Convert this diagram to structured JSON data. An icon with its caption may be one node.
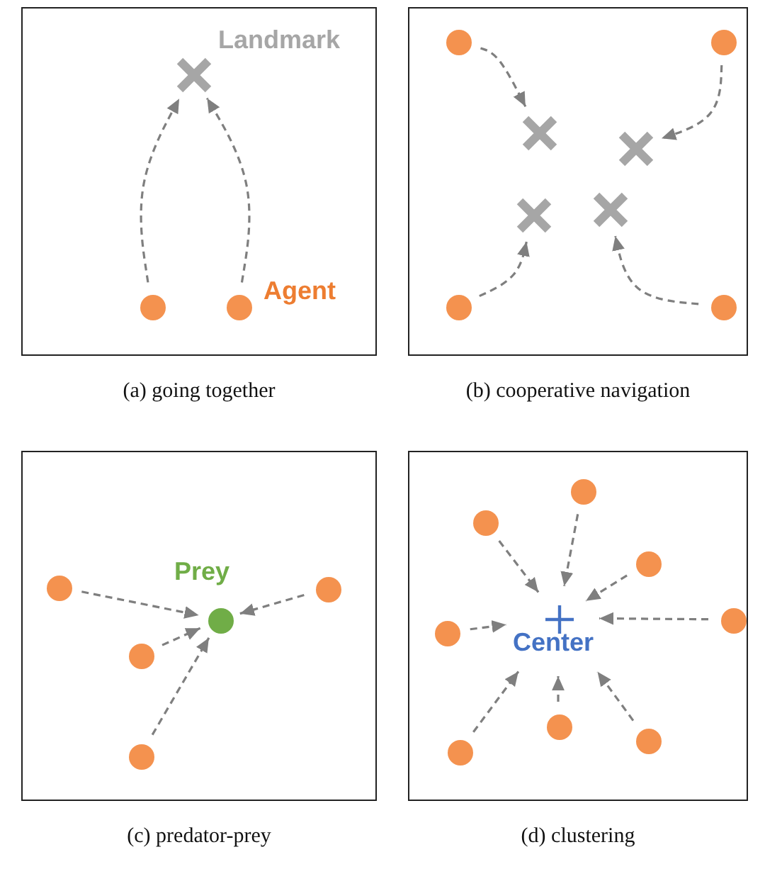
{
  "diagram": {
    "nodes": [
      {
        "text": [],
        "shape": "box",
        "beside": [
          "(a) going together"
        ]
      },
      {
        "text": [],
        "shape": "cross",
        "in": 0,
        "beside": [
          "Landmark"
        ]
      },
      {
        "text": [],
        "shape": "circle",
        "in": 0
      },
      {
        "text": [],
        "shape": "circle",
        "in": 0,
        "beside": [
          "Agent"
        ]
      },
      {
        "text": [],
        "shape": "box",
        "beside": [
          "(b) cooperative navigation"
        ]
      },
      {
        "text": [],
        "shape": "circle",
        "in": 4
      },
      {
        "text": [],
        "shape": "circle",
        "in": 4
      },
      {
        "text": [],
        "shape": "cross",
        "in": 4
      },
      {
        "text": [],
        "shape": "cross",
        "in": 4
      },
      {
        "text": [],
        "shape": "cross",
        "in": 4
      },
      {
        "text": [],
        "shape": "cross",
        "in": 4
      },
      {
        "text": [],
        "shape": "circle",
        "in": 4
      },
      {
        "text": [],
        "shape": "circle",
        "in": 4
      },
      {
        "text": [],
        "shape": "box",
        "beside": [
          "(c) predator-prey"
        ]
      },
      {
        "text": [],
        "shape": "circle",
        "in": 13
      },
      {
        "text": [],
        "shape": "circle",
        "in": 13
      },
      {
        "text": [],
        "shape": "circle",
        "in": 13,
        "beside": [
          "Prey"
        ]
      },
      {
        "text": [],
        "shape": "circle",
        "in": 13
      },
      {
        "text": [],
        "shape": "circle",
        "in": 13
      },
      {
        "text": [],
        "shape": "box",
        "beside": [
          "(d) clustering"
        ]
      },
      {
        "text": [],
        "shape": "circle",
        "in": 19
      },
      {
        "text": [],
        "shape": "circle",
        "in": 19
      },
      {
        "text": [],
        "shape": "circle",
        "in": 19
      },
      {
        "text": [],
        "shape": "plus",
        "in": 19,
        "beside": [
          "Center"
        ]
      },
      {
        "text": [],
        "shape": "circle",
        "in": 19
      },
      {
        "text": [],
        "shape": "circle",
        "in": 19
      },
      {
        "text": [],
        "shape": "circle",
        "in": 19
      },
      {
        "text": [],
        "shape": "circle",
        "in": 19
      },
      {
        "text": [],
        "shape": "circle",
        "in": 19
      }
    ],
    "edges": [
      {
        "from": 2,
        "to": 1,
        "arrow": "to"
      },
      {
        "from": 3,
        "to": 1,
        "arrow": "to"
      },
      {
        "from": 5,
        "to": 7,
        "arrow": "to"
      },
      {
        "from": 6,
        "to": 8,
        "arrow": "to"
      },
      {
        "from": 11,
        "to": 9,
        "arrow": "to"
      },
      {
        "from": 12,
        "to": 10,
        "arrow": "to"
      },
      {
        "from": 14,
        "to": 16,
        "arrow": "to"
      },
      {
        "from": 15,
        "to": 16,
        "arrow": "to"
      },
      {
        "from": 17,
        "to": 16,
        "arrow": "to"
      },
      {
        "from": 18,
        "to": 16,
        "arrow": "to"
      },
      {
        "from": 20,
        "to": 23,
        "arrow": "to"
      },
      {
        "from": 21,
        "to": 23,
        "arrow": "to"
      },
      {
        "from": 22,
        "to": 23,
        "arrow": "to"
      },
      {
        "from": 24,
        "to": 23,
        "arrow": "to"
      },
      {
        "from": 25,
        "to": 23,
        "arrow": "to"
      },
      {
        "from": 26,
        "to": 23,
        "arrow": "to"
      },
      {
        "from": 27,
        "to": 23,
        "arrow": "to"
      },
      {
        "from": 28,
        "to": 23,
        "arrow": "to"
      }
    ]
  }
}
